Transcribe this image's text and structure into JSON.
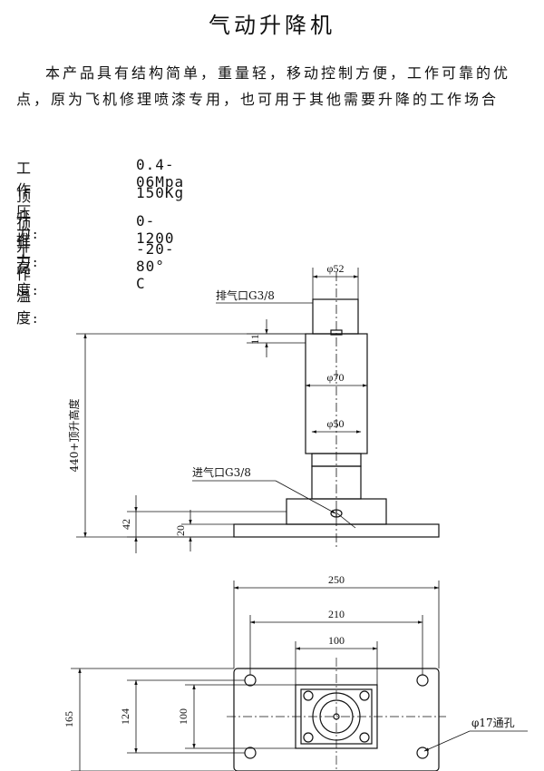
{
  "title": "气动升降机",
  "intro": "本产品具有结构简单，重量轻，移动控制方便，工作可靠的优点，原为飞机修理喷漆专用，也可用于其他需要升降的工作场合",
  "specs": [
    {
      "label": "工作压力:",
      "value": "0.4-06Mpa"
    },
    {
      "label": "顶升推力:",
      "value": "150Kg"
    },
    {
      "label": "顶升高度:",
      "value": "0-1200"
    },
    {
      "label": "工作温度:",
      "value": "-20-80° C"
    }
  ],
  "drawing": {
    "d52": "φ52",
    "exhaust": "排气口G3/8",
    "dim_11": "11",
    "d70": "φ70",
    "d50": "φ50",
    "height_440": "440+顶升高度",
    "inlet": "进气口G3/8",
    "dim_42": "42",
    "dim_20": "20",
    "w250": "250",
    "w210": "210",
    "w100": "100",
    "h165": "165",
    "h124": "124",
    "h100": "100",
    "hole": "φ17通孔"
  }
}
